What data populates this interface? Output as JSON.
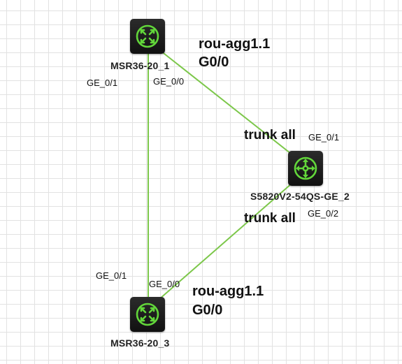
{
  "colors": {
    "link": "#7cc74a",
    "icon_green": "#62d63a",
    "device_bg": "#1c1c1c",
    "grid": "#e2e2e2"
  },
  "devices": {
    "r1": {
      "name": "MSR36-20_1",
      "icon": "router-icon"
    },
    "sw": {
      "name": "S5820V2-54QS-GE_2",
      "icon": "switch-icon"
    },
    "r3": {
      "name": "MSR36-20_3",
      "icon": "router-icon"
    }
  },
  "ports": {
    "r1_ge01": "GE_0/1",
    "r1_ge00": "GE_0/0",
    "sw_ge01": "GE_0/1",
    "sw_ge02": "GE_0/2",
    "r3_ge01": "GE_0/1",
    "r3_ge00": "GE_0/0"
  },
  "notes": {
    "r1_sub_line1": "rou-agg1.1",
    "r1_sub_line2": "G0/0",
    "trunk_top": "trunk all",
    "trunk_bottom": "trunk all",
    "r3_sub_line1": "rou-agg1.1",
    "r3_sub_line2": "G0/0"
  }
}
